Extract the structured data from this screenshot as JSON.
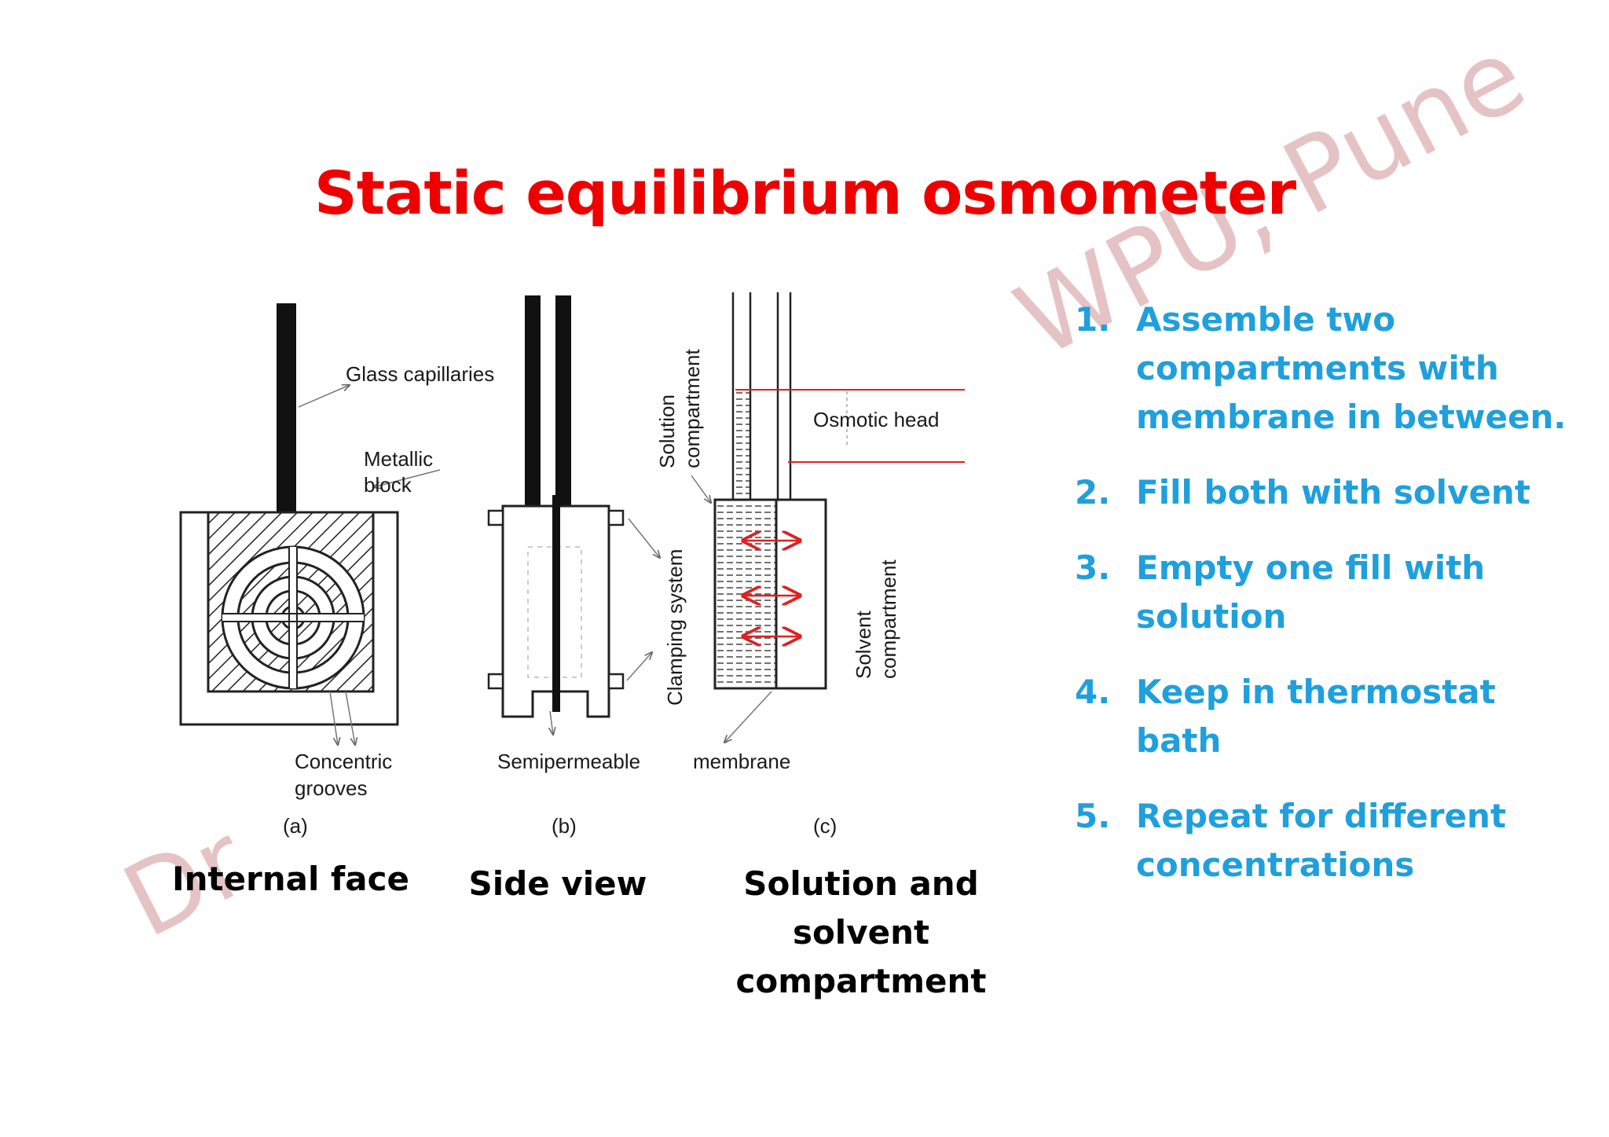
{
  "title": "Static equilibrium osmometer",
  "watermark": {
    "main": "WPU, Pune",
    "corner": "Dr"
  },
  "figure_labels": {
    "glass_capillaries": "Glass capillaries",
    "metallic": "Metallic",
    "block": "block",
    "concentric": "Concentric",
    "grooves": "grooves",
    "semipermeable": "Semipermeable",
    "membrane": "membrane",
    "solution": "Solution",
    "compartment": "compartment",
    "clamping_system": "Clamping system",
    "solvent": "Solvent",
    "osmotic_head": "Osmotic head",
    "part_a": "(a)",
    "part_b": "(b)",
    "part_c": "(c)"
  },
  "captions": {
    "a": "Internal face",
    "b": "Side view",
    "c": "Solution and solvent compartment"
  },
  "steps": [
    {
      "number": "1.",
      "text": "Assemble two compartments with membrane in between."
    },
    {
      "number": "2.",
      "text": "Fill both with solvent"
    },
    {
      "number": "3.",
      "text": "Empty one fill with solution"
    },
    {
      "number": "4.",
      "text": "Keep in thermostat bath"
    },
    {
      "number": "5.",
      "text": "Repeat for different concentrations"
    }
  ],
  "colors": {
    "title": "#ee0000",
    "steps": "#1fa0dc",
    "annotation_lines": "#e02020",
    "watermark": "#e5c3c5"
  }
}
